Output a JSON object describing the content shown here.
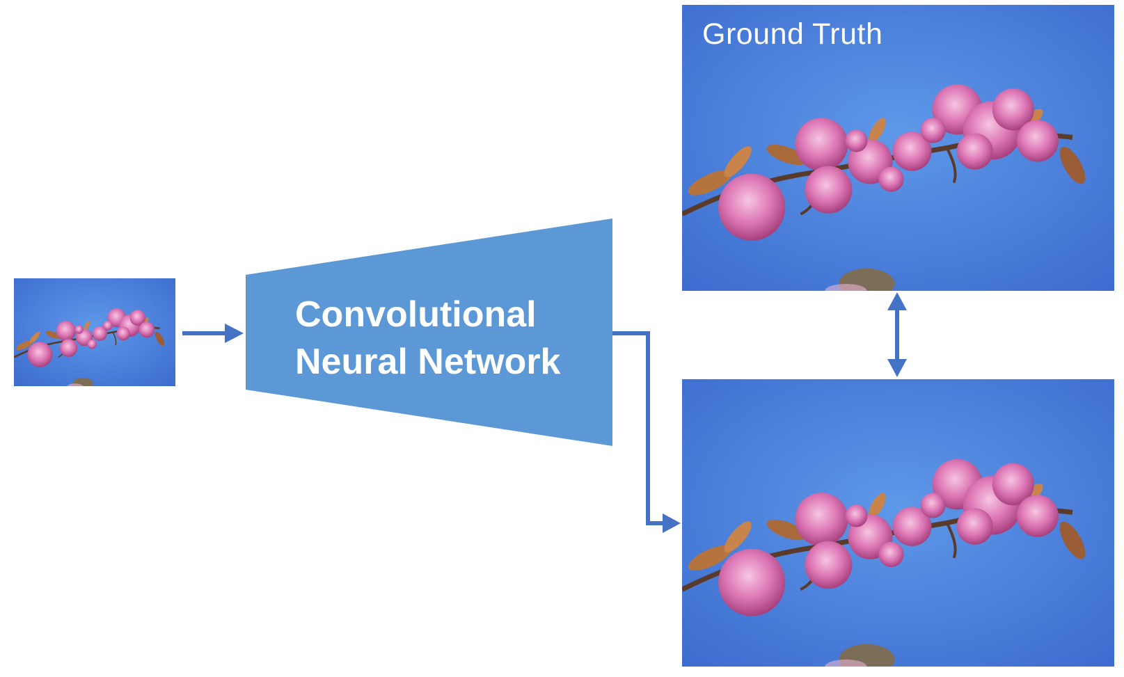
{
  "ground_truth_label": "Ground Truth",
  "network": {
    "line1": "Convolutional",
    "line2": "Neural Network"
  },
  "colors": {
    "trapezoid": "#5b98d5",
    "arrow": "#4472c4",
    "sky": "#4a7fd8",
    "blossom": "#d96aa8",
    "branch": "#5a3a2a"
  }
}
